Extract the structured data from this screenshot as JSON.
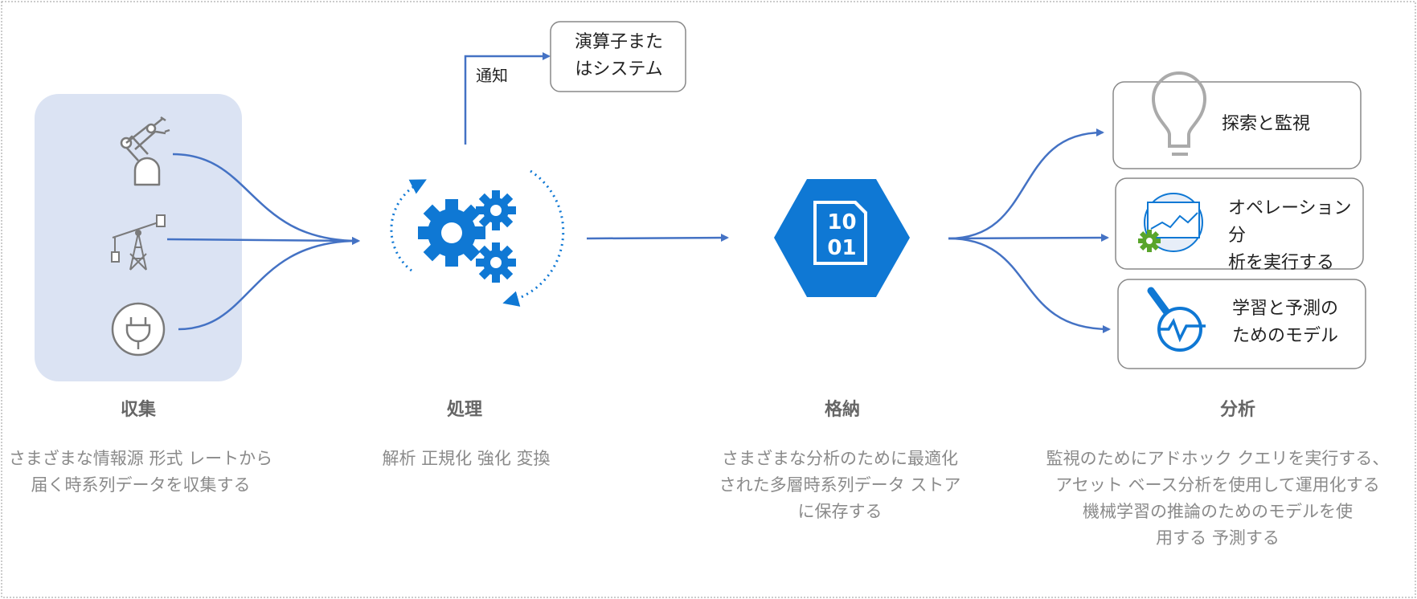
{
  "stages": {
    "collect": {
      "title": "収集",
      "description": "さまざまな情報源 形式 レートから\n届く時系列データを収集する",
      "icons": [
        "robot-arm-icon",
        "oil-pump-icon",
        "power-plug-icon"
      ]
    },
    "process": {
      "title": "処理",
      "description": "解析 正規化 強化 変換",
      "icons": [
        "gears-icon"
      ]
    },
    "store": {
      "title": "格納",
      "description": "さまざまな分析のために最適化\nされた多層時系列データ ストア\nに保存する",
      "icons": [
        "binary-storage-icon"
      ],
      "binary_text": [
        "10",
        "01"
      ]
    },
    "analyze": {
      "title": "分析",
      "description": "監視のためにアドホック クエリを実行する、\nアセット ベース分析を使用して運用化する\n機械学習の推論のためのモデルを使\n用する 予測する"
    }
  },
  "notify": {
    "label": "通知",
    "target": "演算子また\nはシステム"
  },
  "analysis_boxes": [
    {
      "label": "探索と監視",
      "icon": "lightbulb-icon"
    },
    {
      "label": "オペレーション分\n析を実行する",
      "icon": "dashboard-chart-icon"
    },
    {
      "label": "学習と予測の\nためのモデル",
      "icon": "magnifier-pulse-icon"
    }
  ],
  "colors": {
    "arrow": "#4472c4",
    "accent_blue": "#0f78d4",
    "panel_bg": "#dbe3f3",
    "icon_gray": "#7a7a7a",
    "gear_green": "#59a52c"
  }
}
